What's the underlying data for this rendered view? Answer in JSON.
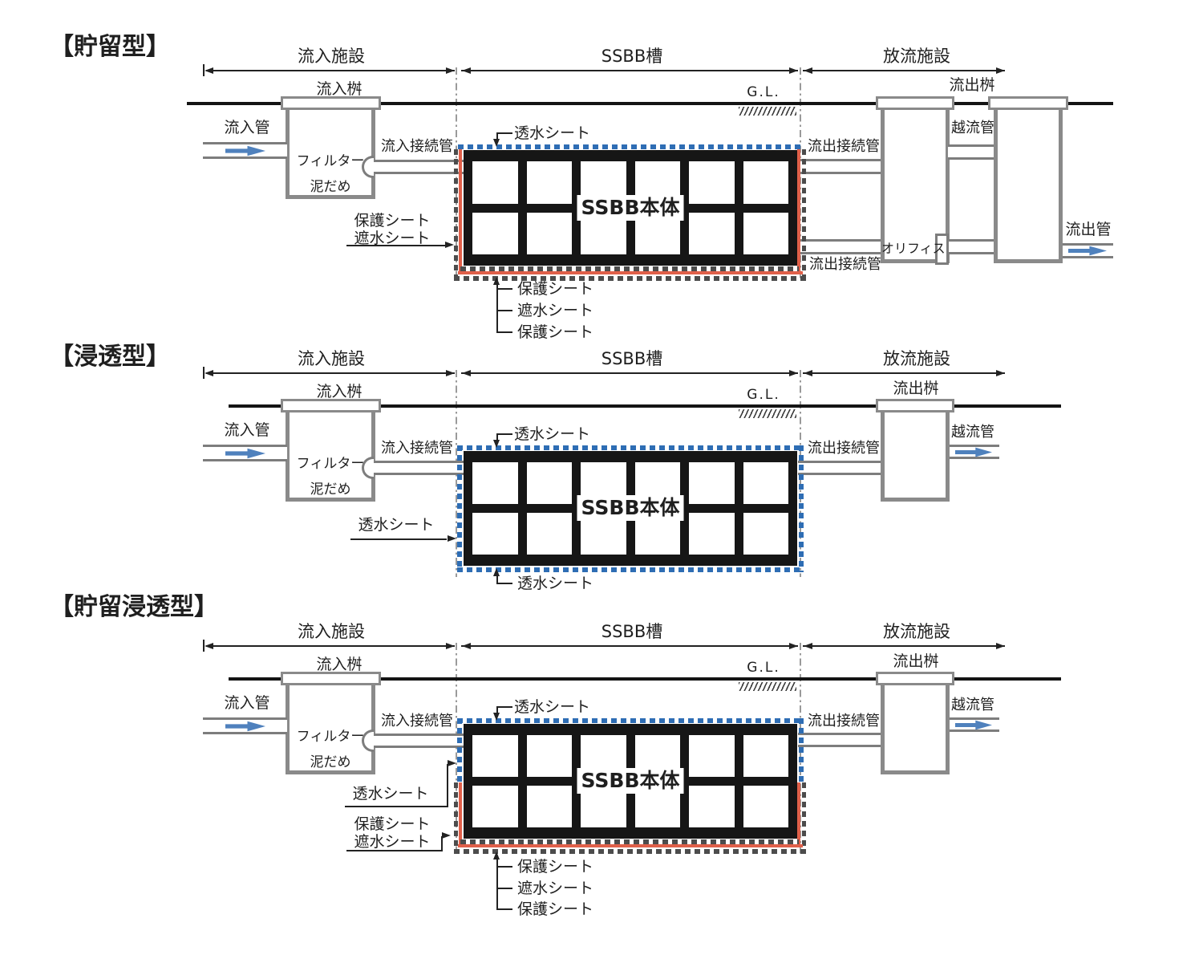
{
  "colors": {
    "background": "#ffffff",
    "ink": "#1f1f1f",
    "pipe_gray": "#7d7d7d",
    "basin_gray": "#8a8a8a",
    "permeable_sheet_blue": "#2e6db4",
    "impermeable_sheet_red": "#e0604a",
    "protective_sheet_gray": "#4c4c4c",
    "flow_arrow_blue": "#4f81bd"
  },
  "sections": [
    {
      "title": "【貯留型】",
      "dim_inflow": "流入施設",
      "dim_tank": "SSBB槽",
      "dim_outflow": "放流施設",
      "gl": "G.L.",
      "inflow_basin": "流入桝",
      "inflow_pipe": "流入管",
      "filter": "フィルター",
      "sediment_trap": "泥だめ",
      "inflow_connection": "流入接続管",
      "permeable_sheet_top": "透水シート",
      "side_sheet_protect": "保護シート",
      "side_sheet_imperm": "遮水シート",
      "ssbb_body": "SSBB本体",
      "bottom_sheet_1": "保護シート",
      "bottom_sheet_2": "遮水シート",
      "bottom_sheet_3": "保護シート",
      "outflow_connection_upper": "流出接続管",
      "outflow_connection_lower": "流出接続管",
      "outflow_basin": "流出桝",
      "overflow_pipe": "越流管",
      "orifice": "オリフィス",
      "outflow_pipe": "流出管"
    },
    {
      "title": "【浸透型】",
      "dim_inflow": "流入施設",
      "dim_tank": "SSBB槽",
      "dim_outflow": "放流施設",
      "gl": "G.L.",
      "inflow_basin": "流入桝",
      "inflow_pipe": "流入管",
      "filter": "フィルター",
      "sediment_trap": "泥だめ",
      "inflow_connection": "流入接続管",
      "permeable_sheet_top": "透水シート",
      "permeable_sheet_left": "透水シート",
      "permeable_sheet_bottom": "透水シート",
      "ssbb_body": "SSBB本体",
      "outflow_connection": "流出接続管",
      "outflow_basin": "流出桝",
      "overflow_pipe": "越流管"
    },
    {
      "title": "【貯留浸透型】",
      "dim_inflow": "流入施設",
      "dim_tank": "SSBB槽",
      "dim_outflow": "放流施設",
      "gl": "G.L.",
      "inflow_basin": "流入桝",
      "inflow_pipe": "流入管",
      "filter": "フィルター",
      "sediment_trap": "泥だめ",
      "inflow_connection": "流入接続管",
      "permeable_sheet_top": "透水シート",
      "permeable_sheet_left": "透水シート",
      "side_sheet_protect": "保護シート",
      "side_sheet_imperm": "遮水シート",
      "ssbb_body": "SSBB本体",
      "bottom_sheet_1": "保護シート",
      "bottom_sheet_2": "遮水シート",
      "bottom_sheet_3": "保護シート",
      "outflow_connection": "流出接続管",
      "outflow_basin": "流出桝",
      "overflow_pipe": "越流管"
    }
  ]
}
